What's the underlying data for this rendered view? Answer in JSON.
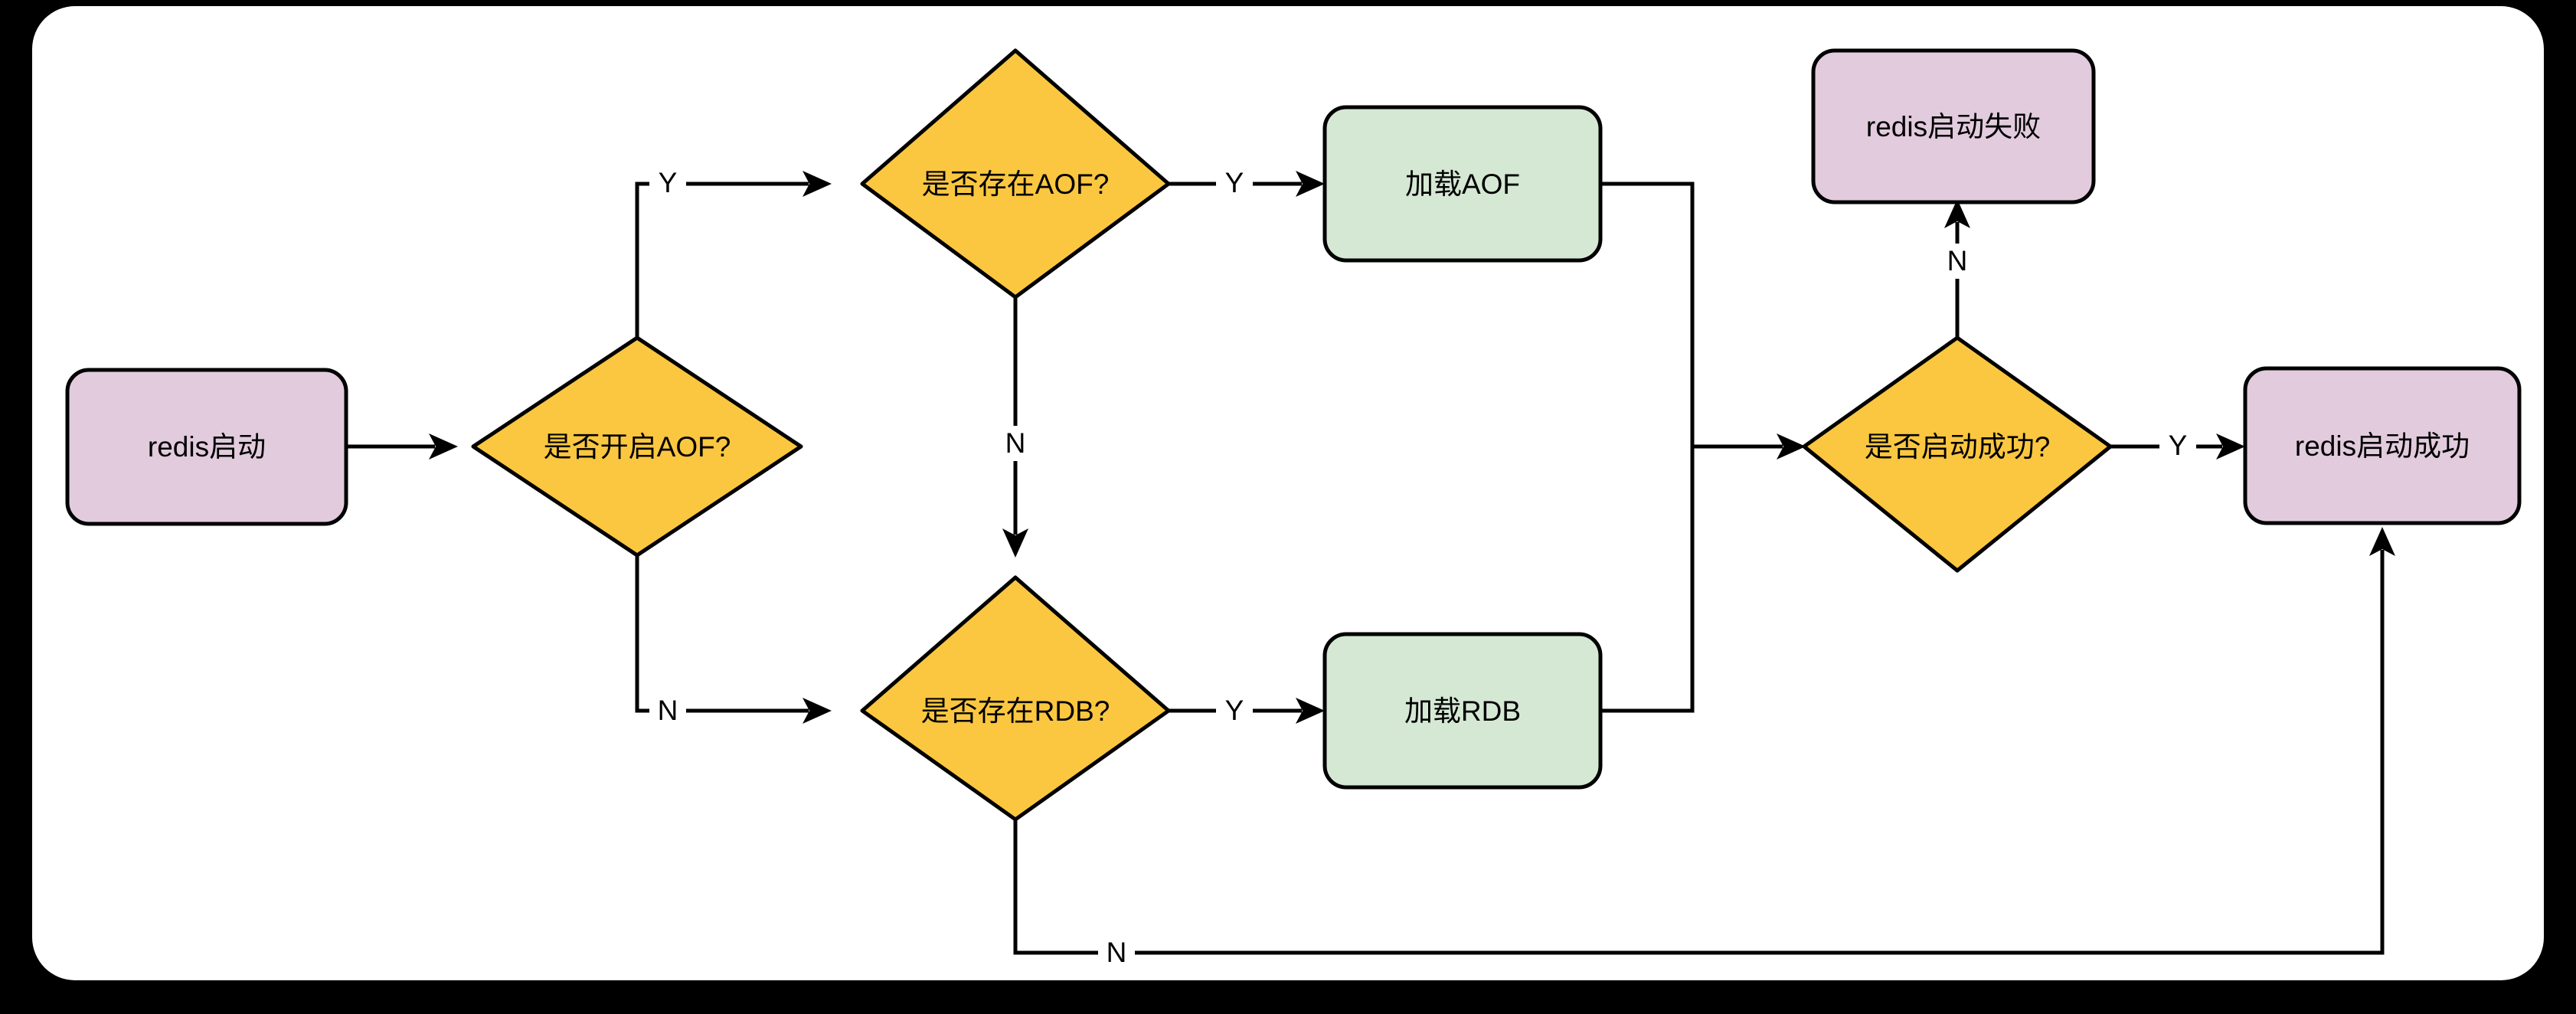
{
  "diagram": {
    "title": "redis startup flowchart",
    "colors": {
      "frame_background": "#000000",
      "canvas_background": "#ffffff",
      "terminal_fill": "#e1cbdd",
      "decision_fill": "#fbc740",
      "process_fill": "#d5e8d4",
      "stroke": "#000000",
      "text": "#000000"
    },
    "nodes": [
      {
        "id": "start",
        "label": "redis启动",
        "shape": "rounded-rect",
        "fill": "#e1cbdd"
      },
      {
        "id": "aof_enabled",
        "label": "是否开启AOF?",
        "shape": "diamond",
        "fill": "#fbc740"
      },
      {
        "id": "aof_exists",
        "label": "是否存在AOF?",
        "shape": "diamond",
        "fill": "#fbc740"
      },
      {
        "id": "load_aof",
        "label": "加载AOF",
        "shape": "rounded-rect",
        "fill": "#d5e8d4"
      },
      {
        "id": "rdb_exists",
        "label": "是否存在RDB?",
        "shape": "diamond",
        "fill": "#fbc740"
      },
      {
        "id": "load_rdb",
        "label": "加载RDB",
        "shape": "rounded-rect",
        "fill": "#d5e8d4"
      },
      {
        "id": "start_ok",
        "label": "是否启动成功?",
        "shape": "diamond",
        "fill": "#fbc740"
      },
      {
        "id": "fail",
        "label": "redis启动失败",
        "shape": "rounded-rect",
        "fill": "#e1cbdd"
      },
      {
        "id": "success",
        "label": "redis启动成功",
        "shape": "rounded-rect",
        "fill": "#e1cbdd"
      }
    ],
    "edges": [
      {
        "from": "start",
        "to": "aof_enabled",
        "label": ""
      },
      {
        "from": "aof_enabled",
        "to": "aof_exists",
        "label": "Y"
      },
      {
        "from": "aof_enabled",
        "to": "rdb_exists",
        "label": "N"
      },
      {
        "from": "aof_exists",
        "to": "load_aof",
        "label": "Y"
      },
      {
        "from": "aof_exists",
        "to": "rdb_exists",
        "label": "N"
      },
      {
        "from": "load_aof",
        "to": "start_ok",
        "label": ""
      },
      {
        "from": "rdb_exists",
        "to": "load_rdb",
        "label": "Y"
      },
      {
        "from": "rdb_exists",
        "to": "success",
        "label": "N"
      },
      {
        "from": "load_rdb",
        "to": "start_ok",
        "label": ""
      },
      {
        "from": "start_ok",
        "to": "fail",
        "label": "N"
      },
      {
        "from": "start_ok",
        "to": "success",
        "label": "Y"
      }
    ],
    "edge_labels": {
      "aof_enabled_yes": "Y",
      "aof_enabled_no": "N",
      "aof_exists_yes": "Y",
      "aof_exists_no": "N",
      "rdb_exists_yes": "Y",
      "rdb_exists_no": "N",
      "start_ok_yes": "Y",
      "start_ok_no": "N"
    }
  }
}
